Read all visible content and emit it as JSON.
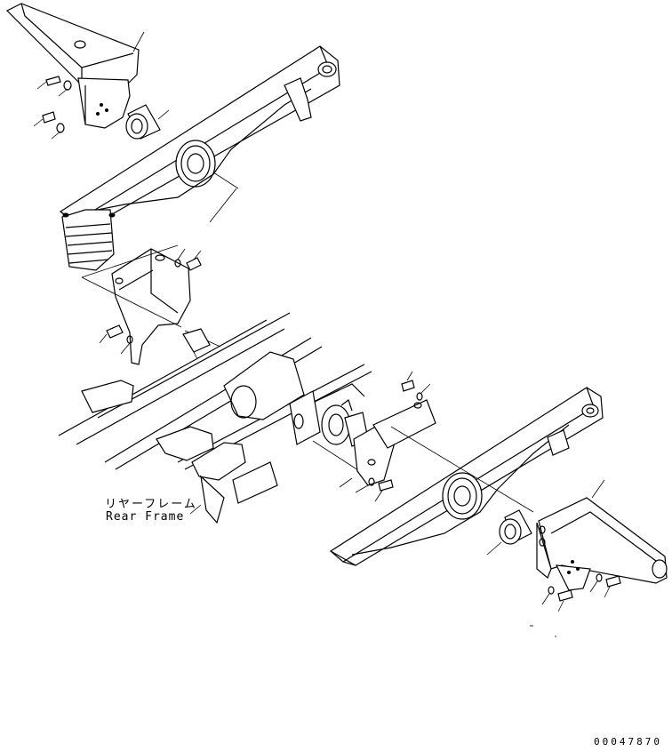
{
  "labels": {
    "frame_jp": "リヤーフレーム",
    "frame_en": "Rear Frame"
  },
  "drawing_code": "00047870"
}
